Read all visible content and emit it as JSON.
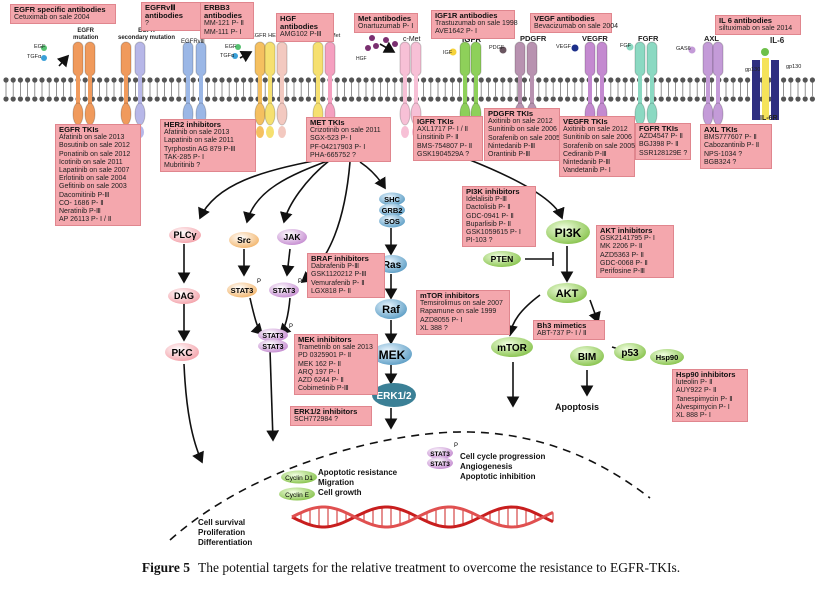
{
  "caption": {
    "figure": "Figure 5",
    "text": "The potential targets for the relative treatment to overcome the resistance to EGFR-TKIs."
  },
  "receptor_labels": {
    "egfr_mut": "EGFR\nmutation",
    "egfr_sec": "EGFR\nsecondary mutation",
    "egfr_viii": "EGFRvⅢ",
    "egfr_her2_her3": "EGFR HER2  HER3",
    "her3_met": "HER3 ▪ Met",
    "cmet": "c-Met",
    "igfr": "IGFR",
    "pdgfr": "PDGFR",
    "vegfr": "VEGFR",
    "fgfr": "FGFR",
    "axl": "AXL",
    "il6": "IL-6",
    "il6r": "IL-6R",
    "gp130a": "gp130",
    "gp130b": "gp130"
  },
  "ligands": {
    "egf": "EGF",
    "tgfa": "TGFα",
    "egf2": "EGF",
    "tgfa2": "TGFα",
    "hgf": "HGF",
    "igf": "IGF",
    "pdgf": "PDGF",
    "vegf": "VEGF",
    "fgf": "FGF",
    "gas6": "GAS6"
  },
  "boxes": {
    "egfr_specific": {
      "title": "EGFR  specific antibodies",
      "lines": [
        "Cetuximab  on sale 2004"
      ]
    },
    "egfrviii_ab": {
      "title": "EGFRvⅢ antibodies",
      "lines": [
        "?"
      ]
    },
    "erbb3_ab": {
      "title": "ERBB3 antibodies",
      "lines": [
        "MM-121  P- Ⅱ",
        "MM-111  P- Ⅰ"
      ]
    },
    "hgf_ab": {
      "title": "HGF antibodies",
      "lines": [
        "AMG102  P-Ⅲ"
      ]
    },
    "met_ab": {
      "title": "Met antibodies",
      "lines": [
        "Onartuzumab  P- Ⅰ"
      ]
    },
    "igf1r_ab": {
      "title": "IGF1R antibodies",
      "lines": [
        "Trastuzumab on sale 1998",
        "AVE1642  P- Ⅰ"
      ]
    },
    "vegf_ab": {
      "title": "VEGF antibodies",
      "lines": [
        "Bevacizumab on sale 2004"
      ]
    },
    "il6_ab": {
      "title": "IL 6 antibodies",
      "lines": [
        "siltuximab on sale 2014"
      ]
    },
    "egfr_tki": {
      "title": "EGFR TKIs",
      "lines": [
        "Afatinib on sale 2013",
        "Bosutinib on sale 2012",
        "Ponatinib on sale 2012",
        "Icotinib on sale 2011",
        "Lapatinib on sale 2007",
        "Erlotinib on sale 2004",
        "Gefitinib on sale 2003",
        "Dacomitinib  P-Ⅲ",
        "CO- 1686  P- Ⅱ",
        "Neratinib  P-Ⅲ",
        "AP 26113  P- Ⅰ / Ⅱ"
      ]
    },
    "her2_inh": {
      "title": "HER2 inhibitors",
      "lines": [
        "Afatinib on sale 2013",
        "Lapatinib on sale 2011",
        "Tyrphostin AG 879  P-Ⅲ",
        "TAK-285  P- Ⅰ",
        "Mubritinib  ?"
      ]
    },
    "met_tki": {
      "title": "MET TKIs",
      "lines": [
        "Crizotinib on sale 2011",
        "SGX-523  P- Ⅰ",
        "PF-04217903  P- Ⅰ",
        "PHA-665752  ?"
      ]
    },
    "igfr_tki": {
      "title": "IGFR TKIs",
      "lines": [
        "AXL1717  P- Ⅰ / Ⅱ",
        "Linsitinib  P- Ⅱ",
        "BMS-754807  P- Ⅱ",
        "GSK1904529A  ?"
      ]
    },
    "pdgfr_tki": {
      "title": "PDGFR TKIs",
      "lines": [
        "Axitinib on sale 2012",
        "Sunitinib on sale 2006",
        "Sorafenib on sale 2005",
        "Nintedanib  P-Ⅲ",
        "Orantinib  P-Ⅲ"
      ]
    },
    "vegfr_tki": {
      "title": "VEGFR TKIs",
      "lines": [
        "Axitinib on sale 2012",
        "Sunitinib on sale 2006",
        "Sorafenib on sale 2005",
        "Cediranib  P-Ⅲ",
        "Nintedanib  P-Ⅲ",
        "Vandetanib  P- Ⅰ"
      ]
    },
    "fgfr_tki": {
      "title": "FGFR TKIs",
      "lines": [
        "AZD4547  P- Ⅱ",
        "BGJ398  P- Ⅱ",
        "SSR128129E  ?"
      ]
    },
    "axl_tki": {
      "title": "AXL TKIs",
      "lines": [
        "BMS777607  P- Ⅱ",
        "Cabozantinib  P- Ⅱ",
        "NPS-1034  ?",
        "BGB324  ?"
      ]
    },
    "pi3k_inh": {
      "title": "PI3K inhibitors",
      "lines": [
        "Idelalisib  P-Ⅲ",
        "Dactolisib  P- Ⅱ",
        "GDC-0941  P- Ⅱ",
        "Buparlisib  P- Ⅱ",
        "GSK1059615  P- Ⅰ",
        "PI-103  ?"
      ]
    },
    "akt_inh": {
      "title": "AKT inhibitors",
      "lines": [
        "GSK2141795  P- Ⅰ",
        "MK 2206  P- Ⅱ",
        "AZD5363  P- Ⅱ",
        "GDC-0068  P- Ⅱ",
        "Perifosine  P-Ⅲ"
      ]
    },
    "braf_inh": {
      "title": "BRAF inhibitors",
      "lines": [
        "Dabrafenib  P-Ⅲ",
        "GSK1120212  P-Ⅲ",
        "Vemurafenib  P- Ⅱ",
        "LGX818  P- Ⅱ"
      ]
    },
    "mtor_inh": {
      "title": "mTOR inhibitors",
      "lines": [
        "Temsirolimus on sale 2007",
        "Rapamune on sale 1999",
        "AZD8055  P- Ⅰ",
        "XL 388  ?"
      ]
    },
    "bh3": {
      "title": "Bh3 mimetics",
      "lines": [
        "ABT-737  P- Ⅰ / Ⅱ"
      ]
    },
    "hsp90_inh": {
      "title": "Hsp90 inhibitors",
      "lines": [
        "luteolin  P- Ⅱ",
        "AUY922  P- Ⅱ",
        "Tanespimycin  P- Ⅱ",
        "Alvespimycin  P- Ⅰ",
        "XL 888  P- Ⅰ"
      ]
    },
    "mek_inh": {
      "title": "MEK inhibitors",
      "lines": [
        "Trametinib on sale 2013",
        "PD 0325901  P- Ⅱ",
        "MEK 162  P- Ⅱ",
        "ARQ 197  P- Ⅰ",
        "AZD 6244  P- Ⅱ",
        "Cobimetinib  P-Ⅲ"
      ]
    },
    "erk_inh": {
      "title": "ERK1/2 inhibitors",
      "lines": [
        "SCH772984  ?"
      ]
    }
  },
  "nodes": {
    "plcy": "PLCγ",
    "dag": "DAG",
    "pkc": "PKC",
    "src": "Src",
    "jak": "JAK",
    "stat3a": "STAT3",
    "stat3b": "STAT3",
    "stat3c": "STAT3",
    "stat3d": "STAT3",
    "shc": "SHC",
    "grb2": "GRB2",
    "sos": "SOS",
    "ras": "Ras",
    "raf": "Raf",
    "mek": "MEK",
    "erk": "ERK1/2",
    "pi3k": "PI3K",
    "pten": "PTEN",
    "akt": "AKT",
    "mtor": "mTOR",
    "bim": "BIM",
    "p53": "p53",
    "hsp90": "Hsp90",
    "cyclin_d1": "Cyclin D1",
    "cyclin_e": "Cyclin E",
    "stat3e": "STAT3",
    "stat3f": "STAT3",
    "p": "P"
  },
  "outcomes": {
    "apoptosis": "Apoptosis",
    "cyclin_effects": [
      "Apoptotic resistance",
      "Migration",
      "Cell growth"
    ],
    "stat_effects": [
      "Cell cycle progression",
      "Angiogenesis",
      "Apoptotic inhibition"
    ],
    "cell": [
      "Cell survival",
      "Proliferation",
      "Differentiation"
    ]
  },
  "colors": {
    "box": "#f4a7ad",
    "membrane": "#555555"
  }
}
